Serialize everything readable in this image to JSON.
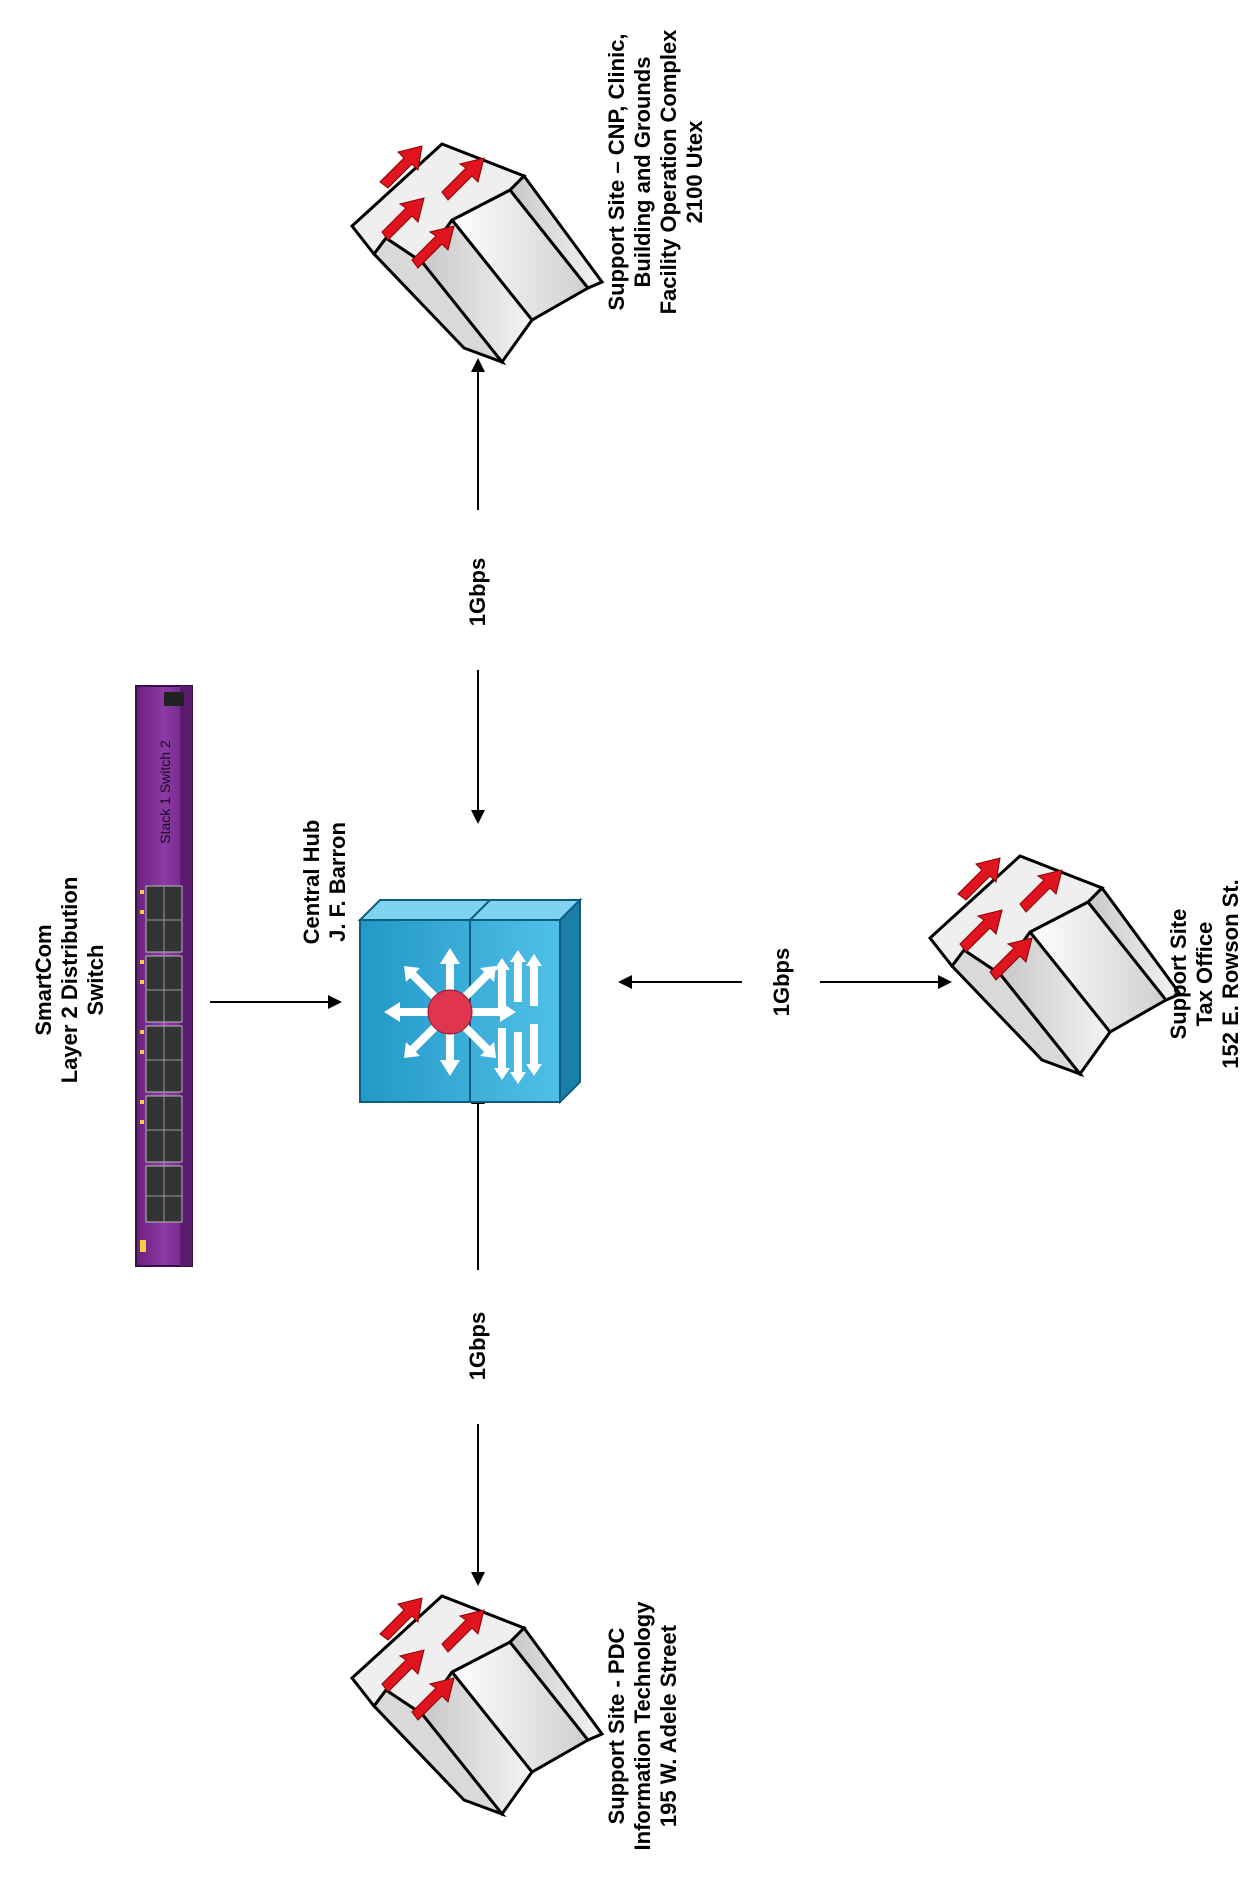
{
  "diagram": {
    "nodes": {
      "smartcom": {
        "lines": [
          "SmartCom",
          "Layer 2 Distribution",
          "Switch"
        ],
        "device_text": "Stack 1 Switch 2",
        "icon": "stacked-switch-icon",
        "color": "#7b2a90"
      },
      "hub": {
        "lines": [
          "Central Hub",
          "J. F. Barron"
        ],
        "icon": "layer3-switch-icon",
        "color": "#2aa3d0"
      },
      "cnp": {
        "lines": [
          "Support Site – CNP, Clinic,",
          "Building and Grounds",
          "Facility Operation Complex",
          "2100 Utex"
        ],
        "icon": "switch-icon"
      },
      "tax": {
        "lines": [
          "Support Site",
          "Tax Office",
          "152 E. Rowson St."
        ],
        "icon": "switch-icon"
      },
      "pdc": {
        "lines": [
          "Support Site - PDC",
          "Information Technology",
          "195 W. Adele Street"
        ],
        "icon": "switch-icon"
      }
    },
    "links": [
      {
        "from": "hub",
        "to": "cnp",
        "label": "1Gbps"
      },
      {
        "from": "hub",
        "to": "tax",
        "label": "1Gbps"
      },
      {
        "from": "hub",
        "to": "pdc",
        "label": "1Gbps"
      },
      {
        "from": "smartcom",
        "to": "hub",
        "label": ""
      }
    ],
    "colors": {
      "arrow_red": "#e0141e",
      "hub_center": "#e0354f"
    }
  }
}
